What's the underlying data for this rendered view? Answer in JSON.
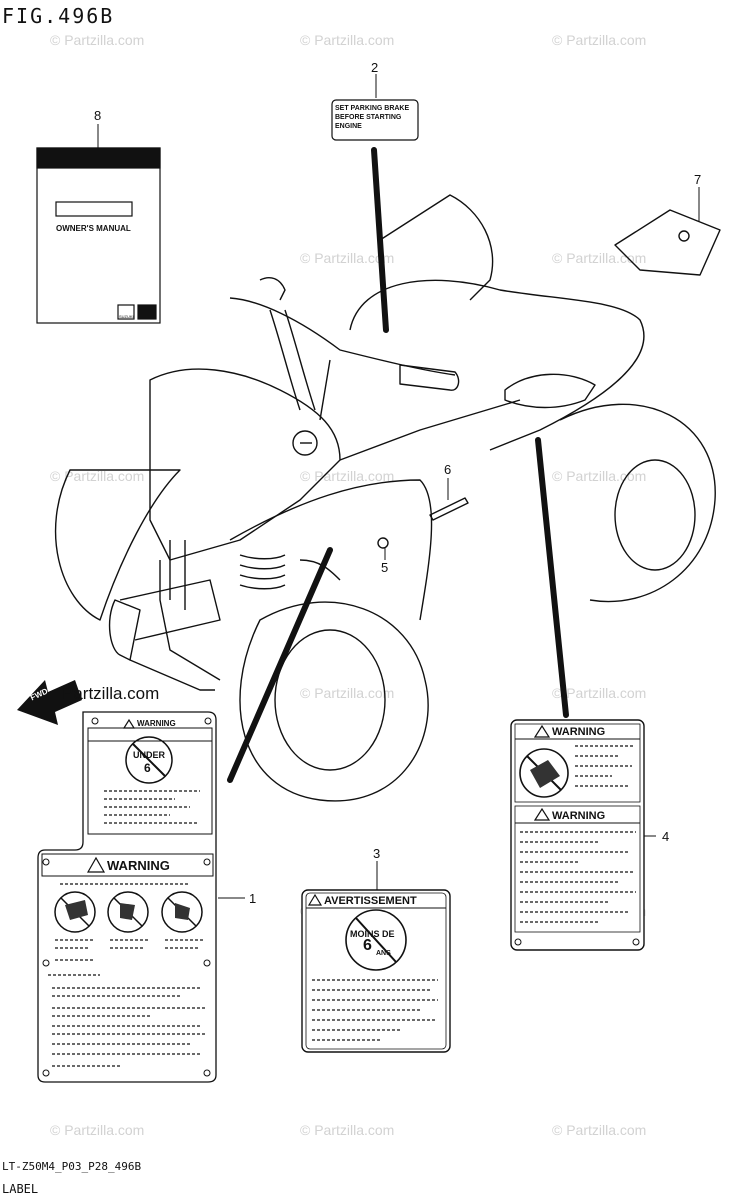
{
  "figure": {
    "title": "FIG.496B",
    "code": "LT-Z50M4_P03_P28_496B",
    "section": "LABEL"
  },
  "watermarks": [
    "© Partzilla.com"
  ],
  "fwd_brand": "Partzilla.com",
  "fwd_arrow_text": "FWD",
  "callouts": [
    "1",
    "2",
    "3",
    "4",
    "5",
    "6",
    "7",
    "8"
  ],
  "labels": {
    "parking_brake": {
      "line1": "SET PARKING BRAKE",
      "line2": "BEFORE STARTING",
      "line3": "ENGINE"
    },
    "manual": {
      "title": "OWNER'S MANUAL",
      "brand": "SUZUKI"
    },
    "label1_top_warning": "WARNING",
    "label1_main_warning": "WARNING",
    "under_stamp": "UNDER",
    "under_num": "6",
    "label3_title": "AVERTISSEMENT",
    "moins_stamp": "MOINS DE",
    "moins_num": "6",
    "moins_ans": "ANS",
    "label4_warning_top": "WARNING",
    "label4_warning_bottom": "WARNING"
  },
  "icons": [
    "atv-outline-drawing",
    "no-passenger-icon",
    "no-drinking-icon",
    "no-riding-icon",
    "fwd-arrow-icon"
  ]
}
